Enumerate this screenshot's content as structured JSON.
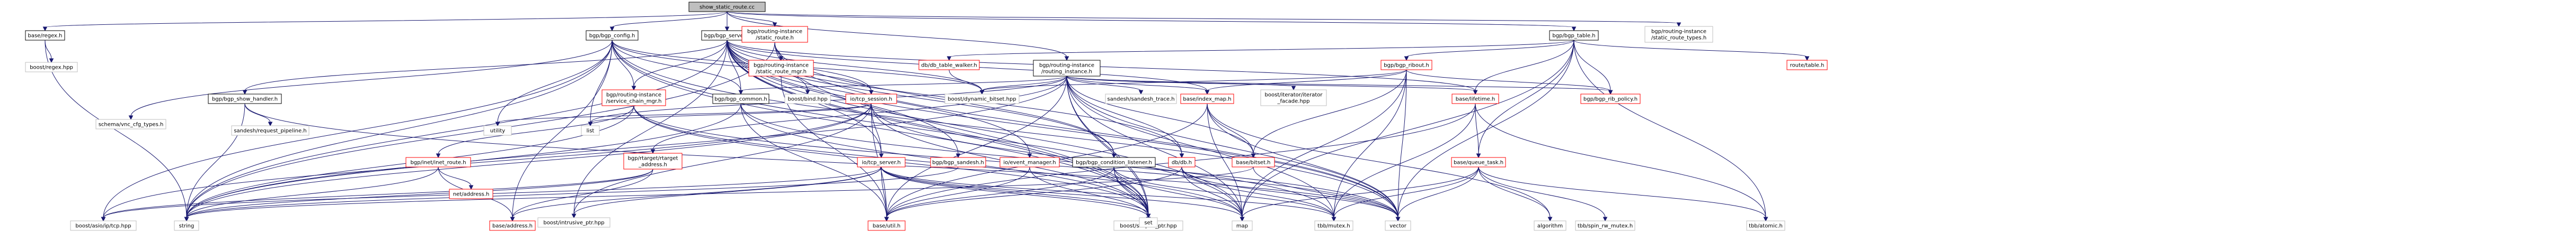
{
  "graph_kind": "include dependency graph",
  "colors": {
    "edge": "#191970",
    "root_fill": "#bfbfbf",
    "documented_border": "#000000",
    "external_border": "#bfbfbf",
    "truncated_border": "#ff0000",
    "link_text": "#000000"
  },
  "nodes": [
    {
      "id": "root",
      "label": "show_static_route.cc",
      "kind": "root"
    },
    {
      "id": "base_regex_h",
      "label": "base/regex.h",
      "kind": "documented"
    },
    {
      "id": "bgp_config_h",
      "label": "bgp/bgp_config.h",
      "kind": "documented"
    },
    {
      "id": "bgp_server_h",
      "label": "bgp/bgp_server.h",
      "kind": "documented"
    },
    {
      "id": "bgp_table_h",
      "label": "bgp/bgp_table.h",
      "kind": "documented"
    },
    {
      "id": "static_route_h",
      "label": "bgp/routing-instance\n/static_route.h",
      "kind": "truncated"
    },
    {
      "id": "routing_instance_h",
      "label": "bgp/routing-instance\n/routing_instance.h",
      "kind": "documented"
    },
    {
      "id": "static_route_types_h",
      "label": "bgp/routing-instance\n/static_route_types.h",
      "kind": "external"
    },
    {
      "id": "boost_regex",
      "label": "boost/regex.hpp",
      "kind": "external"
    },
    {
      "id": "schema_vnc",
      "label": "schema/vnc_cfg_types.h",
      "kind": "external"
    },
    {
      "id": "bgp_common_h",
      "label": "bgp/bgp_common.h",
      "kind": "documented"
    },
    {
      "id": "bgp_show_handler_h",
      "label": "bgp/bgp_show_handler.h",
      "kind": "documented"
    },
    {
      "id": "tcp_session_h",
      "label": "io/tcp_session.h",
      "kind": "truncated"
    },
    {
      "id": "service_chain_mgr_h",
      "label": "bgp/routing-instance\n/service_chain_mgr.h",
      "kind": "truncated"
    },
    {
      "id": "boost_bind",
      "label": "boost/bind.hpp",
      "kind": "external"
    },
    {
      "id": "static_route_mgr_h",
      "label": "bgp/routing-instance\n/static_route_mgr.h",
      "kind": "truncated"
    },
    {
      "id": "dynamic_bitset",
      "label": "boost/dynamic_bitset.hpp",
      "kind": "external"
    },
    {
      "id": "db_table_walker_h",
      "label": "db/db_table_walker.h",
      "kind": "truncated"
    },
    {
      "id": "bgp_ribout_h",
      "label": "bgp/bgp_ribout.h",
      "kind": "truncated"
    },
    {
      "id": "sandesh_trace",
      "label": "sandesh/sandesh_trace.h",
      "kind": "external"
    },
    {
      "id": "boost_iterator_facade",
      "label": "boost/iterator/iterator\n_facade.hpp",
      "kind": "external"
    },
    {
      "id": "route_table_h",
      "label": "route/table.h",
      "kind": "truncated"
    },
    {
      "id": "base_index_map_h",
      "label": "base/index_map.h",
      "kind": "truncated"
    },
    {
      "id": "base_lifetime_h",
      "label": "base/lifetime.h",
      "kind": "truncated"
    },
    {
      "id": "bgp_rib_policy_h",
      "label": "bgp/bgp_rib_policy.h",
      "kind": "truncated"
    },
    {
      "id": "sandesh_request_pipeline",
      "label": "sandesh/request_pipeline.h",
      "kind": "external"
    },
    {
      "id": "utility",
      "label": "utility",
      "kind": "external"
    },
    {
      "id": "list",
      "label": "list",
      "kind": "external"
    },
    {
      "id": "tcp_server_h",
      "label": "io/tcp_server.h",
      "kind": "truncated"
    },
    {
      "id": "bgp_sandesh_h",
      "label": "bgp/bgp_sandesh.h",
      "kind": "truncated"
    },
    {
      "id": "event_manager_h",
      "label": "io/event_manager.h",
      "kind": "truncated"
    },
    {
      "id": "bgp_condition_listener_h",
      "label": "bgp/bgp_condition_listener.h",
      "kind": "documented"
    },
    {
      "id": "db_db_h",
      "label": "db/db.h",
      "kind": "truncated"
    },
    {
      "id": "bgp_inet_route_h",
      "label": "bgp/inet/inet_route.h",
      "kind": "truncated"
    },
    {
      "id": "net_address_h",
      "label": "net/address.h",
      "kind": "truncated"
    },
    {
      "id": "target_address_h",
      "label": "bgp/rtarget/rtarget\n_address.h",
      "kind": "truncated"
    },
    {
      "id": "base_bitset_h",
      "label": "base/bitset.h",
      "kind": "truncated"
    },
    {
      "id": "base_queue_task_h",
      "label": "base/queue_task.h",
      "kind": "truncated"
    },
    {
      "id": "asio_ip_tcp",
      "label": "boost/asio/ip/tcp.hpp",
      "kind": "external"
    },
    {
      "id": "string",
      "label": "string",
      "kind": "external"
    },
    {
      "id": "base_address_h",
      "label": "base/address.h",
      "kind": "truncated"
    },
    {
      "id": "intrusive_ptr",
      "label": "boost/intrusive_ptr.hpp",
      "kind": "external"
    },
    {
      "id": "base_util_h",
      "label": "base/util.h",
      "kind": "truncated"
    },
    {
      "id": "scoped_ptr",
      "label": "boost/scoped_ptr.hpp",
      "kind": "external"
    },
    {
      "id": "set",
      "label": "set",
      "kind": "external"
    },
    {
      "id": "map",
      "label": "map",
      "kind": "external"
    },
    {
      "id": "tbb_mutex",
      "label": "tbb/mutex.h",
      "kind": "external"
    },
    {
      "id": "vector",
      "label": "vector",
      "kind": "external"
    },
    {
      "id": "algorithm",
      "label": "algorithm",
      "kind": "external"
    },
    {
      "id": "tbb_spin_rw_mutex",
      "label": "tbb/spin_rw_mutex.h",
      "kind": "external"
    },
    {
      "id": "tbb_atomic",
      "label": "tbb/atomic.h",
      "kind": "external"
    }
  ],
  "edges": [
    [
      "root",
      "base_regex_h"
    ],
    [
      "root",
      "bgp_config_h"
    ],
    [
      "root",
      "bgp_server_h"
    ],
    [
      "root",
      "bgp_table_h"
    ],
    [
      "root",
      "static_route_h"
    ],
    [
      "root",
      "routing_instance_h"
    ],
    [
      "root",
      "static_route_types_h"
    ],
    [
      "base_regex_h",
      "boost_regex"
    ],
    [
      "base_regex_h",
      "string"
    ],
    [
      "bgp_config_h",
      "schema_vnc"
    ],
    [
      "bgp_config_h",
      "bgp_common_h"
    ],
    [
      "bgp_config_h",
      "tcp_session_h"
    ],
    [
      "bgp_config_h",
      "service_chain_mgr_h"
    ],
    [
      "bgp_config_h",
      "dynamic_bitset"
    ],
    [
      "bgp_config_h",
      "string"
    ],
    [
      "bgp_config_h",
      "map"
    ],
    [
      "bgp_config_h",
      "set"
    ],
    [
      "bgp_config_h",
      "vector"
    ],
    [
      "bgp_config_h",
      "list"
    ],
    [
      "bgp_config_h",
      "utility"
    ],
    [
      "bgp_config_h",
      "base_address_h"
    ],
    [
      "bgp_config_h",
      "asio_ip_tcp"
    ],
    [
      "bgp_server_h",
      "bgp_show_handler_h"
    ],
    [
      "bgp_server_h",
      "bgp_common_h"
    ],
    [
      "bgp_server_h",
      "tcp_session_h"
    ],
    [
      "bgp_server_h",
      "boost_bind"
    ],
    [
      "bgp_server_h",
      "dynamic_bitset"
    ],
    [
      "bgp_server_h",
      "service_chain_mgr_h"
    ],
    [
      "bgp_server_h",
      "tcp_server_h"
    ],
    [
      "bgp_server_h",
      "bgp_sandesh_h"
    ],
    [
      "bgp_server_h",
      "event_manager_h"
    ],
    [
      "bgp_server_h",
      "bgp_condition_listener_h"
    ],
    [
      "bgp_server_h",
      "db_db_h"
    ],
    [
      "bgp_server_h",
      "base_index_map_h"
    ],
    [
      "bgp_server_h",
      "base_lifetime_h"
    ],
    [
      "bgp_server_h",
      "string"
    ],
    [
      "bgp_server_h",
      "set"
    ],
    [
      "bgp_server_h",
      "map"
    ],
    [
      "bgp_server_h",
      "vector"
    ],
    [
      "bgp_server_h",
      "intrusive_ptr"
    ],
    [
      "bgp_server_h",
      "scoped_ptr"
    ],
    [
      "bgp_table_h",
      "db_table_walker_h"
    ],
    [
      "bgp_table_h",
      "bgp_ribout_h"
    ],
    [
      "bgp_table_h",
      "route_table_h"
    ],
    [
      "bgp_table_h",
      "base_lifetime_h"
    ],
    [
      "bgp_table_h",
      "bgp_rib_policy_h"
    ],
    [
      "bgp_table_h",
      "tbb_atomic"
    ],
    [
      "bgp_table_h",
      "map"
    ],
    [
      "bgp_table_h",
      "vector"
    ],
    [
      "bgp_table_h",
      "base_queue_task_h"
    ],
    [
      "static_route_h",
      "bgp_condition_listener_h"
    ],
    [
      "static_route_h",
      "static_route_mgr_h"
    ],
    [
      "static_route_h",
      "string"
    ],
    [
      "static_route_h",
      "set"
    ],
    [
      "static_route_h",
      "vector"
    ],
    [
      "routing_instance_h",
      "dynamic_bitset"
    ],
    [
      "routing_instance_h",
      "sandesh_trace"
    ],
    [
      "routing_instance_h",
      "boost_iterator_facade"
    ],
    [
      "routing_instance_h",
      "base_index_map_h"
    ],
    [
      "routing_instance_h",
      "base_lifetime_h"
    ],
    [
      "routing_instance_h",
      "bgp_rib_policy_h"
    ],
    [
      "routing_instance_h",
      "bgp_common_h"
    ],
    [
      "routing_instance_h",
      "target_address_h"
    ],
    [
      "routing_instance_h",
      "db_db_h"
    ],
    [
      "routing_instance_h",
      "base_bitset_h"
    ],
    [
      "routing_instance_h",
      "base_util_h"
    ],
    [
      "routing_instance_h",
      "string"
    ],
    [
      "routing_instance_h",
      "list"
    ],
    [
      "routing_instance_h",
      "map"
    ],
    [
      "routing_instance_h",
      "set"
    ],
    [
      "routing_instance_h",
      "vector"
    ],
    [
      "routing_instance_h",
      "tbb_mutex"
    ],
    [
      "routing_instance_h",
      "scoped_ptr"
    ],
    [
      "bgp_common_h",
      "string"
    ],
    [
      "bgp_common_h",
      "vector"
    ],
    [
      "bgp_common_h",
      "set"
    ],
    [
      "bgp_common_h",
      "base_util_h"
    ],
    [
      "bgp_show_handler_h",
      "sandesh_request_pipeline"
    ],
    [
      "bgp_show_handler_h",
      "string"
    ],
    [
      "bgp_show_handler_h",
      "vector"
    ],
    [
      "tcp_session_h",
      "tcp_server_h"
    ],
    [
      "tcp_session_h",
      "list"
    ],
    [
      "tcp_session_h",
      "string"
    ],
    [
      "tcp_session_h",
      "asio_ip_tcp"
    ],
    [
      "tcp_session_h",
      "base_util_h"
    ],
    [
      "tcp_session_h",
      "intrusive_ptr"
    ],
    [
      "tcp_session_h",
      "scoped_ptr"
    ],
    [
      "tcp_session_h",
      "tbb_mutex"
    ],
    [
      "tcp_session_h",
      "utility"
    ],
    [
      "service_chain_mgr_h",
      "bgp_inet_route_h"
    ],
    [
      "service_chain_mgr_h",
      "string"
    ],
    [
      "service_chain_mgr_h",
      "vector"
    ],
    [
      "service_chain_mgr_h",
      "set"
    ],
    [
      "service_chain_mgr_h",
      "map"
    ],
    [
      "tcp_server_h",
      "asio_ip_tcp"
    ],
    [
      "tcp_server_h",
      "base_address_h"
    ],
    [
      "tcp_server_h",
      "intrusive_ptr"
    ],
    [
      "tcp_server_h",
      "base_util_h"
    ],
    [
      "tcp_server_h",
      "map"
    ],
    [
      "tcp_server_h",
      "set"
    ],
    [
      "tcp_server_h",
      "tbb_mutex"
    ],
    [
      "tcp_server_h",
      "scoped_ptr"
    ],
    [
      "bgp_inet_route_h",
      "base_address_h"
    ],
    [
      "bgp_inet_route_h",
      "string"
    ],
    [
      "bgp_inet_route_h",
      "net_address_h"
    ],
    [
      "target_address_h",
      "string"
    ],
    [
      "target_address_h",
      "asio_ip_tcp"
    ],
    [
      "target_address_h",
      "base_address_h"
    ],
    [
      "bgp_condition_listener_h",
      "map"
    ],
    [
      "bgp_condition_listener_h",
      "set"
    ],
    [
      "bgp_condition_listener_h",
      "scoped_ptr"
    ],
    [
      "bgp_condition_listener_h",
      "base_util_h"
    ],
    [
      "bgp_condition_listener_h",
      "tbb_mutex"
    ],
    [
      "db_db_h",
      "map"
    ],
    [
      "db_db_h",
      "vector"
    ],
    [
      "db_db_h",
      "tbb_mutex"
    ],
    [
      "db_db_h",
      "base_util_h"
    ],
    [
      "base_index_map_h",
      "base_bitset_h"
    ],
    [
      "base_index_map_h",
      "map"
    ],
    [
      "base_index_map_h",
      "vector"
    ],
    [
      "base_index_map_h",
      "algorithm"
    ],
    [
      "base_index_map_h",
      "base_util_h"
    ],
    [
      "base_bitset_h",
      "string"
    ],
    [
      "base_bitset_h",
      "vector"
    ],
    [
      "base_lifetime_h",
      "base_queue_task_h"
    ],
    [
      "base_lifetime_h",
      "tbb_atomic"
    ],
    [
      "base_lifetime_h",
      "tbb_mutex"
    ],
    [
      "base_lifetime_h",
      "base_util_h"
    ],
    [
      "base_queue_task_h",
      "tbb_mutex"
    ],
    [
      "base_queue_task_h",
      "tbb_spin_rw_mutex"
    ],
    [
      "base_queue_task_h",
      "tbb_atomic"
    ],
    [
      "base_queue_task_h",
      "algorithm"
    ],
    [
      "base_queue_task_h",
      "vector"
    ],
    [
      "base_queue_task_h",
      "map"
    ],
    [
      "bgp_ribout_h",
      "bgp_rib_policy_h"
    ],
    [
      "bgp_ribout_h",
      "dynamic_bitset"
    ],
    [
      "bgp_ribout_h",
      "base_bitset_h"
    ],
    [
      "bgp_ribout_h",
      "base_index_map_h"
    ],
    [
      "bgp_ribout_h",
      "vector"
    ],
    [
      "bgp_ribout_h",
      "map"
    ],
    [
      "bgp_ribout_h",
      "tbb_mutex"
    ],
    [
      "db_table_walker_h",
      "dynamic_bitset"
    ],
    [
      "event_manager_h",
      "base_util_h"
    ],
    [
      "event_manager_h",
      "scoped_ptr"
    ],
    [
      "bgp_sandesh_h",
      "string"
    ],
    [
      "static_route_mgr_h",
      "base_util_h"
    ]
  ]
}
